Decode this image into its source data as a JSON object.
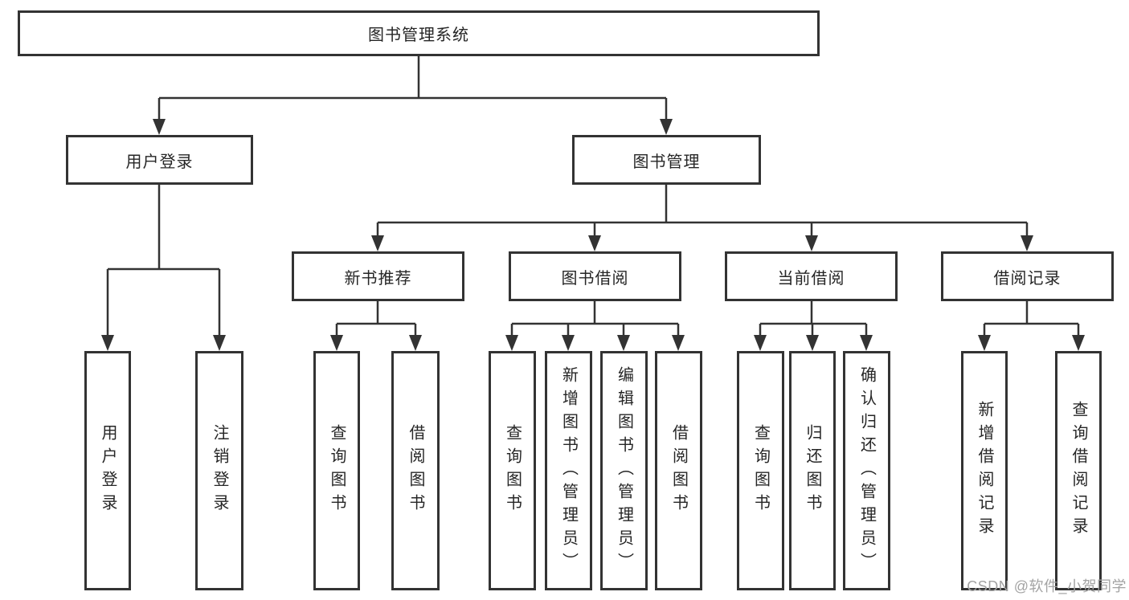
{
  "tree": {
    "root": {
      "label": "图书管理系统"
    },
    "level2": [
      {
        "label": "用户登录",
        "children": [
          "用户登录",
          "注销登录"
        ]
      },
      {
        "label": "图书管理",
        "groups": [
          {
            "label": "新书推荐",
            "children": [
              "查询图书",
              "借阅图书"
            ]
          },
          {
            "label": "图书借阅",
            "children": [
              "查询图书",
              "新增图书（管理员）",
              "编辑图书（管理员）",
              "借阅图书"
            ]
          },
          {
            "label": "当前借阅",
            "children": [
              "查询图书",
              "归还图书",
              "确认归还（管理员）"
            ]
          },
          {
            "label": "借阅记录",
            "children": [
              "新增借阅记录",
              "查询借阅记录"
            ]
          }
        ]
      }
    ]
  },
  "watermark": "CSDN @软件_小贺同学",
  "colors": {
    "line": "#333333",
    "box_border": "#333333",
    "text": "#262626",
    "watermark": "#a3a3a3",
    "background": "#ffffff"
  }
}
